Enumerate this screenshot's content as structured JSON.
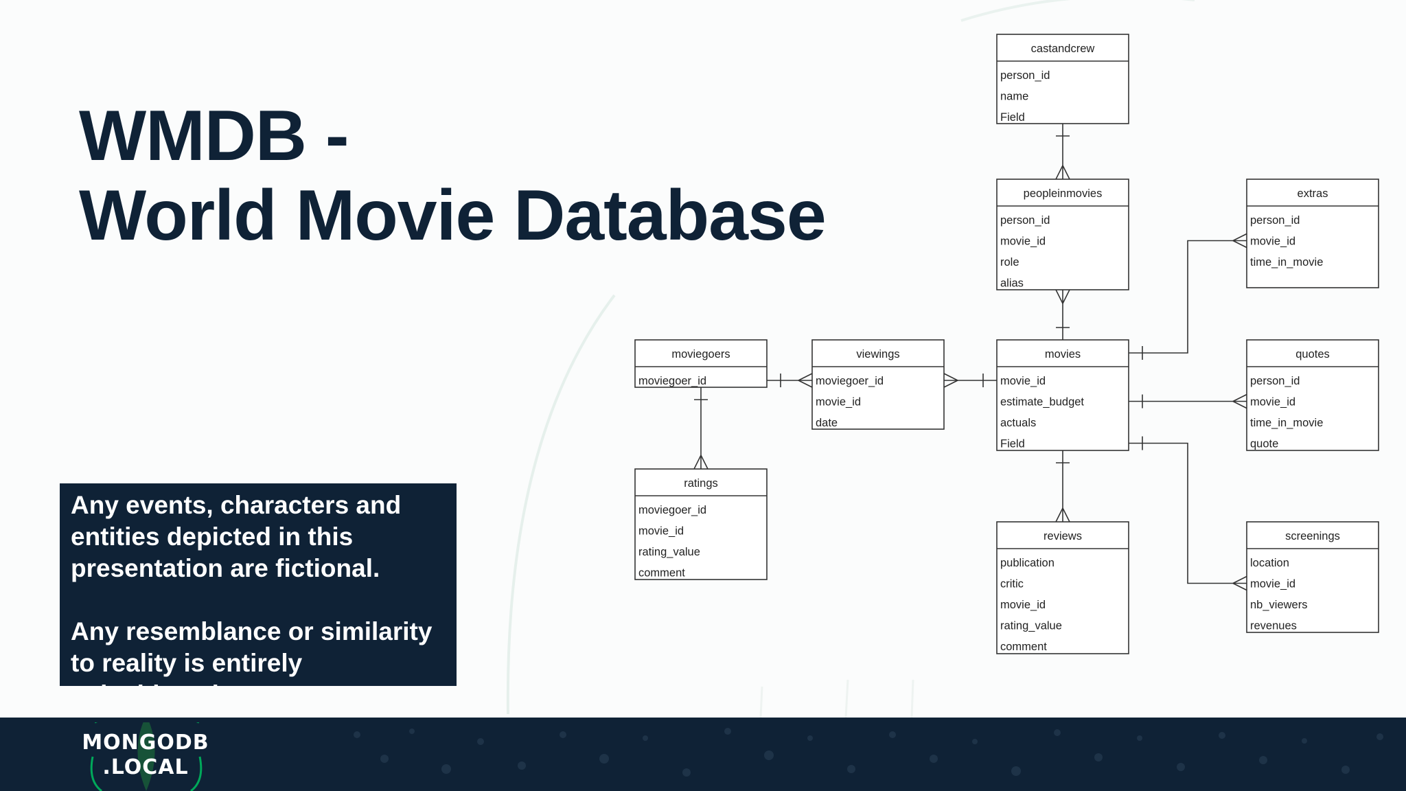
{
  "slide": {
    "title_line1": "WMDB -",
    "title_line2": "World Movie Database",
    "disclaimer_p1": "Any events, characters and entities depicted in this presentation are fictional.",
    "disclaimer_p2": "Any resemblance or similarity to reality is entirely coincidental.",
    "logo_line1": "MONGODB",
    "logo_line2": ".LOCAL"
  },
  "colors": {
    "navy": "#0f2236",
    "accent_green": "#00ed64",
    "leaf_green": "#1f7a3a"
  },
  "erd": {
    "tables": [
      {
        "id": "castandcrew",
        "name": "castandcrew",
        "fields": [
          "person_id",
          "name",
          "Field"
        ]
      },
      {
        "id": "peopleinmovies",
        "name": "peopleinmovies",
        "fields": [
          "person_id",
          "movie_id",
          "role",
          "alias"
        ]
      },
      {
        "id": "extras",
        "name": "extras",
        "fields": [
          "person_id",
          "movie_id",
          "time_in_movie"
        ]
      },
      {
        "id": "moviegoers",
        "name": "moviegoers",
        "fields": [
          "moviegoer_id"
        ]
      },
      {
        "id": "viewings",
        "name": "viewings",
        "fields": [
          "moviegoer_id",
          "movie_id",
          "date"
        ]
      },
      {
        "id": "movies",
        "name": "movies",
        "fields": [
          "movie_id",
          "estimate_budget",
          "actuals",
          "Field"
        ]
      },
      {
        "id": "quotes",
        "name": "quotes",
        "fields": [
          "person_id",
          "movie_id",
          "time_in_movie",
          "quote"
        ]
      },
      {
        "id": "ratings",
        "name": "ratings",
        "fields": [
          "moviegoer_id",
          "movie_id",
          "rating_value",
          "comment"
        ]
      },
      {
        "id": "reviews",
        "name": "reviews",
        "fields": [
          "publication",
          "critic",
          "movie_id",
          "rating_value",
          "comment"
        ]
      },
      {
        "id": "screenings",
        "name": "screenings",
        "fields": [
          "location",
          "movie_id",
          "nb_viewers",
          "revenues"
        ]
      }
    ],
    "relationships": [
      {
        "from": "castandcrew",
        "to": "peopleinmovies",
        "from_end": "one",
        "to_end": "many"
      },
      {
        "from": "movies",
        "to": "peopleinmovies",
        "from_end": "one",
        "to_end": "many"
      },
      {
        "from": "movies",
        "to": "extras",
        "from_end": "one",
        "to_end": "many"
      },
      {
        "from": "movies",
        "to": "quotes",
        "from_end": "one",
        "to_end": "many"
      },
      {
        "from": "movies",
        "to": "screenings",
        "from_end": "one",
        "to_end": "many"
      },
      {
        "from": "movies",
        "to": "reviews",
        "from_end": "one",
        "to_end": "many"
      },
      {
        "from": "movies",
        "to": "viewings",
        "from_end": "one",
        "to_end": "many"
      },
      {
        "from": "moviegoers",
        "to": "viewings",
        "from_end": "one",
        "to_end": "many"
      },
      {
        "from": "moviegoers",
        "to": "ratings",
        "from_end": "one",
        "to_end": "many"
      }
    ]
  }
}
